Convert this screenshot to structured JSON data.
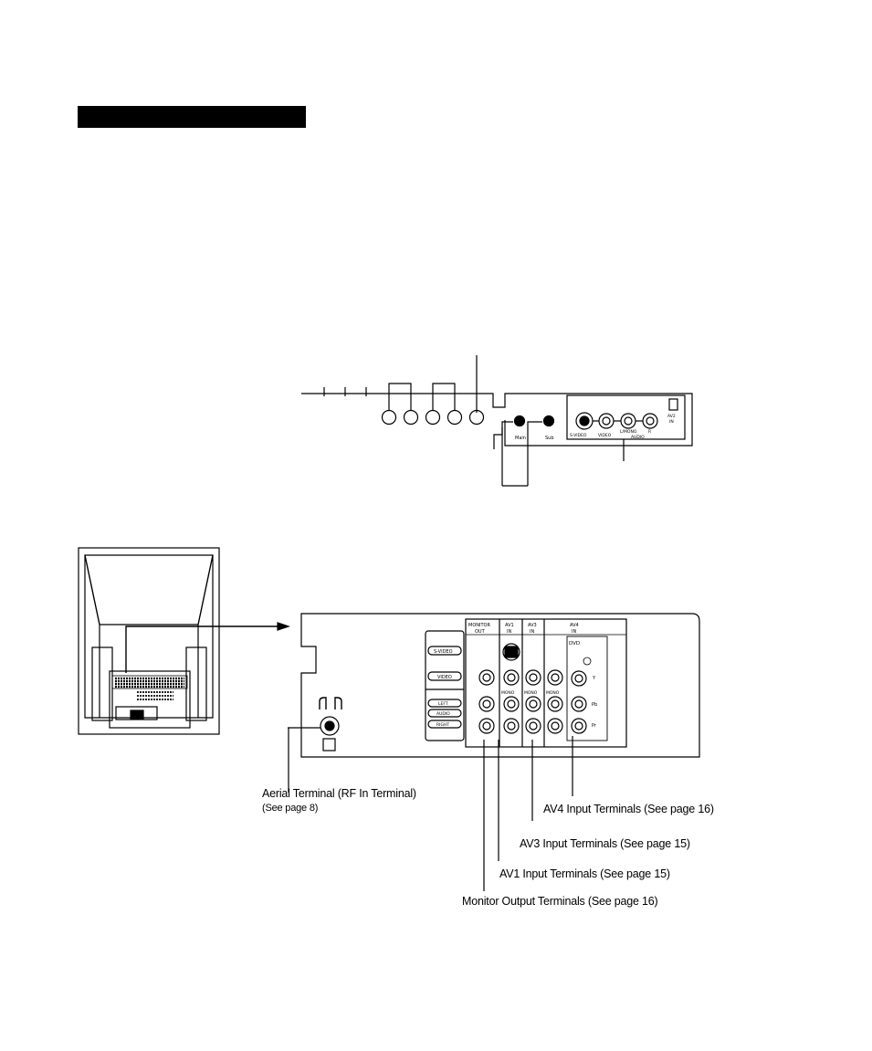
{
  "title_bar": {
    "text": ""
  },
  "front_panel": {
    "jack_labels": {
      "main": "Main",
      "sub": "Sub"
    },
    "av_labels": {
      "svideo": "S-VIDEO",
      "video": "VIDEO",
      "lmono": "L/MONO",
      "r": "R",
      "audio": "AUDIO",
      "av2": "AV2",
      "in": "IN"
    }
  },
  "rear_panel": {
    "headers": {
      "monitor": "MONITOR",
      "out": "OUT",
      "av1": "AV1",
      "av3": "AV3",
      "av4": "AV4",
      "in": "IN",
      "dvd": "DVD"
    },
    "row_labels": {
      "svideo": "S-VIDEO",
      "video": "VIDEO",
      "left": "LEFT",
      "audio": "AUDIO",
      "right": "RIGHT"
    },
    "mono": "MONO",
    "component": {
      "y": "Y",
      "pb": "Pb",
      "pr": "Pr"
    }
  },
  "callouts": {
    "aerial_1": "Aerial Terminal (RF In Terminal)",
    "aerial_2": "(See page 8)",
    "av4": "AV4 Input Terminals (See page 16)",
    "av3": "AV3 Input Terminals (See page 15)",
    "av1": "AV1 Input Terminals (See page 15)",
    "monitor": "Monitor Output Terminals (See page 16)"
  }
}
